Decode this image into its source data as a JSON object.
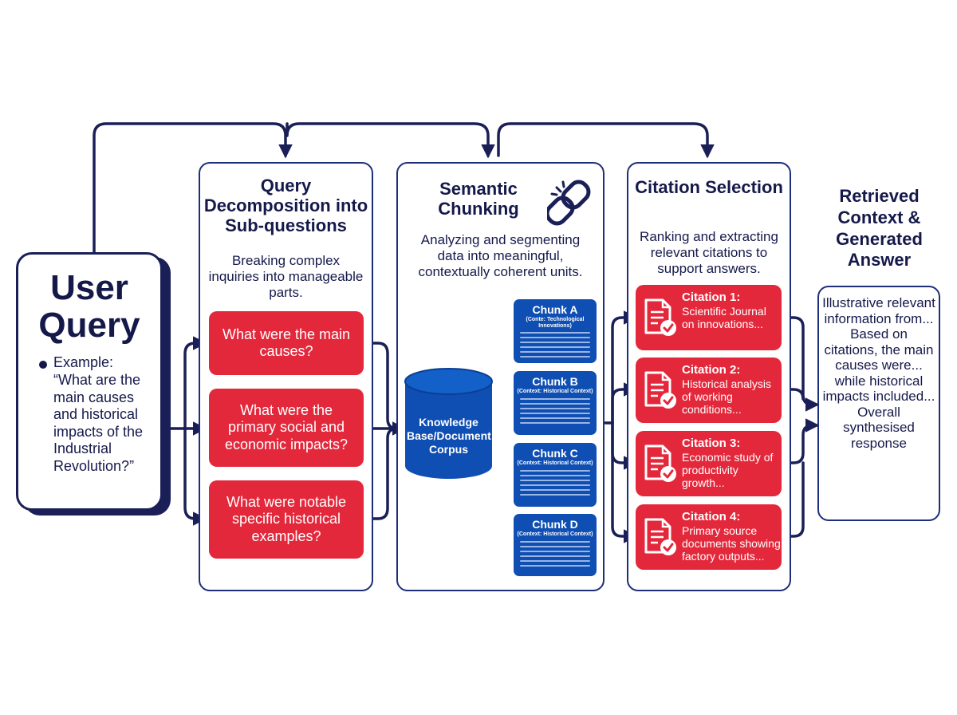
{
  "user_query": {
    "title": "User Query",
    "example_label": "Example:",
    "example_text": "“What are the main causes and historical impacts of the Industrial Revolution?”"
  },
  "decomposition": {
    "title": "Query Decomposition into Sub-questions",
    "description": "Breaking complex inquiries into manageable parts.",
    "subquestions": [
      "What were the main causes?",
      "What were the primary social and economic impacts?",
      "What were notable specific historical examples?"
    ]
  },
  "chunking": {
    "title": "Semantic Chunking",
    "icon": "chain-link-icon",
    "description": "Analyzing and segmenting data into meaningful, contextually coherent units.",
    "knowledge_base": "Knowledge Base/Document Corpus",
    "chunks": [
      {
        "title": "Chunk A",
        "context": "(Conte: Technological Innovations)"
      },
      {
        "title": "Chunk B",
        "context": "(Context: Historical Context)"
      },
      {
        "title": "Chunk C",
        "context": "(Context: Historical Context)"
      },
      {
        "title": "Chunk D",
        "context": "(Context: Historical Context)"
      }
    ]
  },
  "citation_selection": {
    "title": "Citation Selection",
    "description": "Ranking and extracting relevant citations to support answers.",
    "citations": [
      {
        "title": "Citation 1:",
        "text": "Scientific Journal on innovations..."
      },
      {
        "title": "Citation 2:",
        "text": "Historical analysis of working conditions..."
      },
      {
        "title": "Citation 3:",
        "text": "Economic study of productivity growth..."
      },
      {
        "title": "Citation 4:",
        "text": "Primary source documents showing factory outputs..."
      }
    ],
    "icon": "document-check-icon"
  },
  "answer": {
    "title": "Retrieved Context & Generated Answer",
    "text": "Illustrative relevant information from... Based on citations, the main causes were... while historical impacts included... Overall synthesised response"
  },
  "colors": {
    "navy": "#1b1f57",
    "panel_border": "#1e2f7a",
    "red": "#e4283b",
    "blue": "#0f4fb3"
  }
}
